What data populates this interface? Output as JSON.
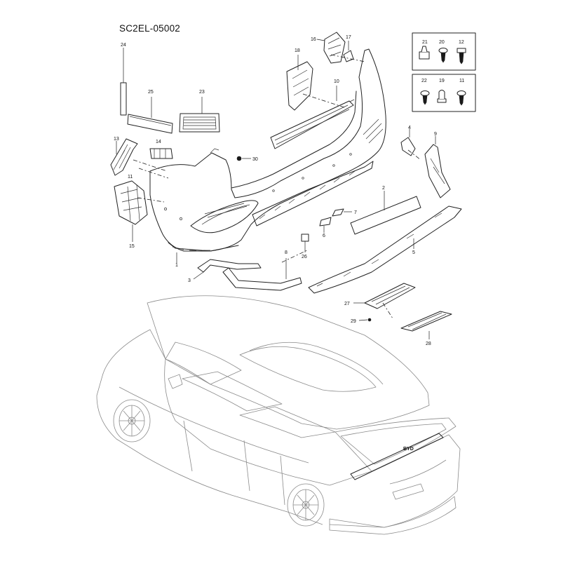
{
  "title": "SC2EL-05002",
  "callouts": [
    {
      "id": "c1",
      "label": "1"
    },
    {
      "id": "c2",
      "label": "2"
    },
    {
      "id": "c3",
      "label": "3"
    },
    {
      "id": "c4",
      "label": "4"
    },
    {
      "id": "c5",
      "label": "5"
    },
    {
      "id": "c6",
      "label": "6"
    },
    {
      "id": "c7",
      "label": "7"
    },
    {
      "id": "c8",
      "label": "8"
    },
    {
      "id": "c9",
      "label": "9"
    },
    {
      "id": "c10",
      "label": "10"
    },
    {
      "id": "c11a",
      "label": "11"
    },
    {
      "id": "c11b",
      "label": "11"
    },
    {
      "id": "c12",
      "label": "12"
    },
    {
      "id": "c13",
      "label": "13"
    },
    {
      "id": "c14",
      "label": "14"
    },
    {
      "id": "c15",
      "label": "15"
    },
    {
      "id": "c16",
      "label": "16"
    },
    {
      "id": "c17",
      "label": "17"
    },
    {
      "id": "c18",
      "label": "18"
    },
    {
      "id": "c19",
      "label": "19"
    },
    {
      "id": "c20",
      "label": "20"
    },
    {
      "id": "c21",
      "label": "21"
    },
    {
      "id": "c22",
      "label": "22"
    },
    {
      "id": "c23",
      "label": "23"
    },
    {
      "id": "c24",
      "label": "24"
    },
    {
      "id": "c25",
      "label": "25"
    },
    {
      "id": "c26",
      "label": "26"
    },
    {
      "id": "c27",
      "label": "27"
    },
    {
      "id": "c28",
      "label": "28"
    },
    {
      "id": "c29",
      "label": "29"
    },
    {
      "id": "c30",
      "label": "30"
    }
  ],
  "badge_text": "BYD"
}
